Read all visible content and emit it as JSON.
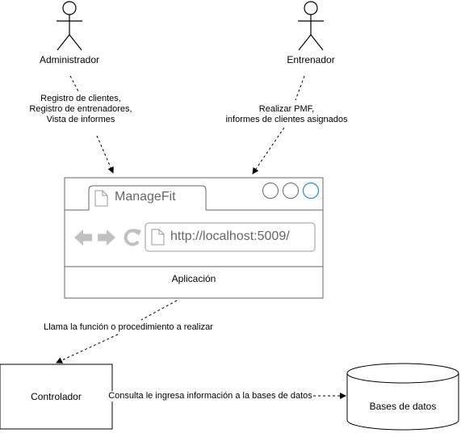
{
  "actors": [
    {
      "name": "Administrador"
    },
    {
      "name": "Entrenador"
    }
  ],
  "edge_labels": {
    "admin": [
      "Registro de clientes,",
      "Registro de entrenadores,",
      "Vista de informes"
    ],
    "trainer": [
      "Realizar PMF,",
      "informes de clientes asignados"
    ],
    "app_to_controller": "Llama la función o procedimiento a realizar",
    "controller_to_db": "Consulta le ingresa información a la bases de datos"
  },
  "browser": {
    "tab_title": "ManageFit",
    "url": "http://localhost:5009/",
    "caption": "Aplicación"
  },
  "controller": {
    "label": "Controlador"
  },
  "database": {
    "label": "Bases de datos"
  },
  "colors": {
    "stroke": "#000000",
    "browser_border": "#666666",
    "grey_icon": "#c0c0c0",
    "active_circle": "#1e90d6"
  }
}
